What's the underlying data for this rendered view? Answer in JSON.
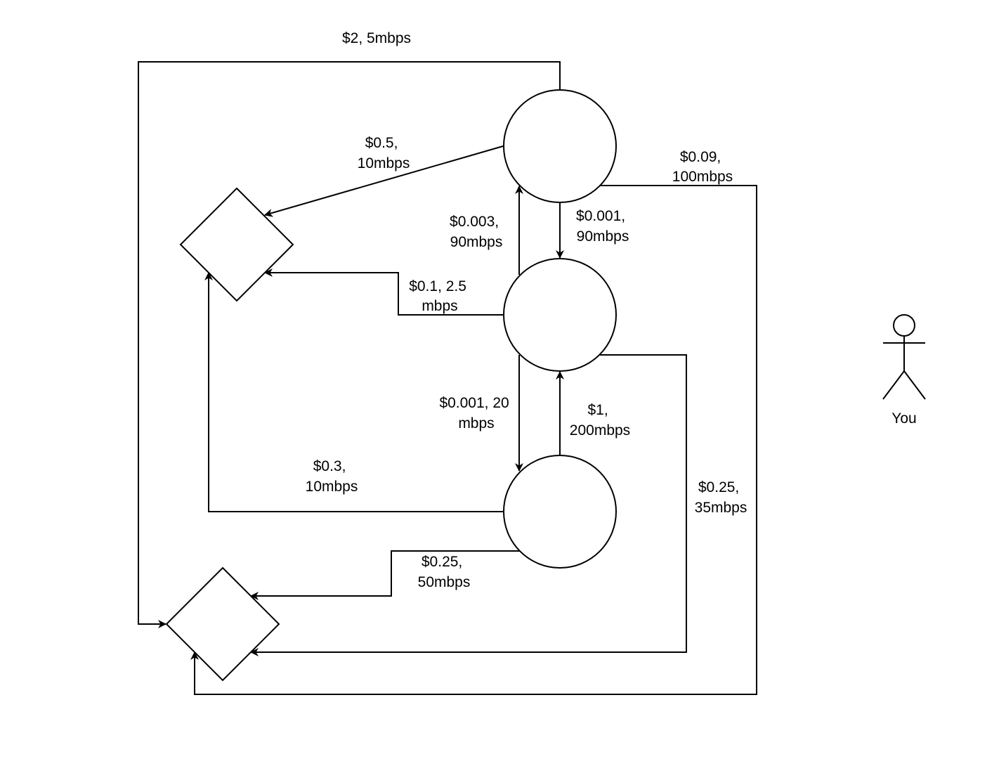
{
  "colors": {
    "stroke": "#000000",
    "background": "#ffffff"
  },
  "nodes": [
    {
      "id": "circle-top",
      "shape": "circle"
    },
    {
      "id": "circle-middle",
      "shape": "circle"
    },
    {
      "id": "circle-bottom",
      "shape": "circle"
    },
    {
      "id": "diamond-upper",
      "shape": "diamond"
    },
    {
      "id": "diamond-lower",
      "shape": "diamond"
    }
  ],
  "actor": {
    "label": "You",
    "icon": "stick-figure-icon"
  },
  "edges": [
    {
      "id": "top-to-lower-diamond-a",
      "from": "circle-top",
      "to": "diamond-lower",
      "label_lines": [
        "$2, 5mbps"
      ]
    },
    {
      "id": "top-to-upper-diamond",
      "from": "circle-top",
      "to": "diamond-upper",
      "label_lines": [
        "$0.5,",
        "10mbps"
      ]
    },
    {
      "id": "top-to-lower-diamond-b",
      "from": "circle-top",
      "to": "diamond-lower",
      "label_lines": [
        "$0.09,",
        "100mbps"
      ]
    },
    {
      "id": "middle-to-top",
      "from": "circle-middle",
      "to": "circle-top",
      "label_lines": [
        "$0.003,",
        "90mbps"
      ]
    },
    {
      "id": "top-to-middle",
      "from": "circle-top",
      "to": "circle-middle",
      "label_lines": [
        "$0.001,",
        "90mbps"
      ]
    },
    {
      "id": "middle-to-upper-diamond",
      "from": "circle-middle",
      "to": "diamond-upper",
      "label_lines": [
        "$0.1, 2.5",
        "mbps"
      ]
    },
    {
      "id": "middle-to-bottom",
      "from": "circle-middle",
      "to": "circle-bottom",
      "label_lines": [
        "$0.001, 20",
        "mbps"
      ]
    },
    {
      "id": "bottom-to-middle",
      "from": "circle-bottom",
      "to": "circle-middle",
      "label_lines": [
        "$1,",
        "200mbps"
      ]
    },
    {
      "id": "bottom-to-upper-diamond",
      "from": "circle-bottom",
      "to": "diamond-upper",
      "label_lines": [
        "$0.3,",
        "10mbps"
      ]
    },
    {
      "id": "bottom-to-lower-diamond",
      "from": "circle-bottom",
      "to": "diamond-lower",
      "label_lines": [
        "$0.25,",
        "50mbps"
      ]
    },
    {
      "id": "middle-to-lower-diamond",
      "from": "circle-middle",
      "to": "diamond-lower",
      "label_lines": [
        "$0.25,",
        "35mbps"
      ]
    }
  ]
}
